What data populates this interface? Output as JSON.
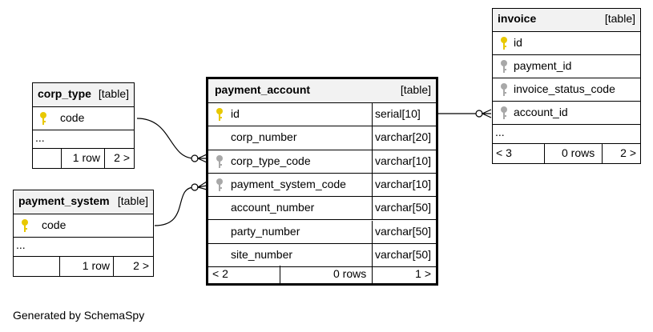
{
  "diagram": {
    "table_kind_label": "[table]",
    "footer": "Generated by SchemaSpy",
    "corp_type": {
      "name": "corp_type",
      "columns": [
        "code"
      ],
      "ellipsis": "...",
      "footer_mid": "1 row",
      "footer_right": "2 >"
    },
    "payment_system": {
      "name": "payment_system",
      "columns": [
        "code"
      ],
      "ellipsis": "...",
      "footer_mid": "1 row",
      "footer_right": "2 >"
    },
    "payment_account": {
      "name": "payment_account",
      "columns": [
        {
          "name": "id",
          "type": "serial[10]"
        },
        {
          "name": "corp_number",
          "type": "varchar[20]"
        },
        {
          "name": "corp_type_code",
          "type": "varchar[10]"
        },
        {
          "name": "payment_system_code",
          "type": "varchar[10]"
        },
        {
          "name": "account_number",
          "type": "varchar[50]"
        },
        {
          "name": "party_number",
          "type": "varchar[50]"
        },
        {
          "name": "site_number",
          "type": "varchar[50]"
        }
      ],
      "footer_left": "< 2",
      "footer_mid": "0 rows",
      "footer_right": "1 >"
    },
    "invoice": {
      "name": "invoice",
      "columns": [
        "id",
        "payment_id",
        "invoice_status_code",
        "account_id"
      ],
      "ellipsis": "...",
      "footer_left": "< 3",
      "footer_mid": "0 rows",
      "footer_right": "2 >"
    },
    "colors": {
      "primary_key": "#e8c800",
      "foreign_key": "#a8a8a8",
      "header_bg": "#f2f2f2"
    }
  }
}
